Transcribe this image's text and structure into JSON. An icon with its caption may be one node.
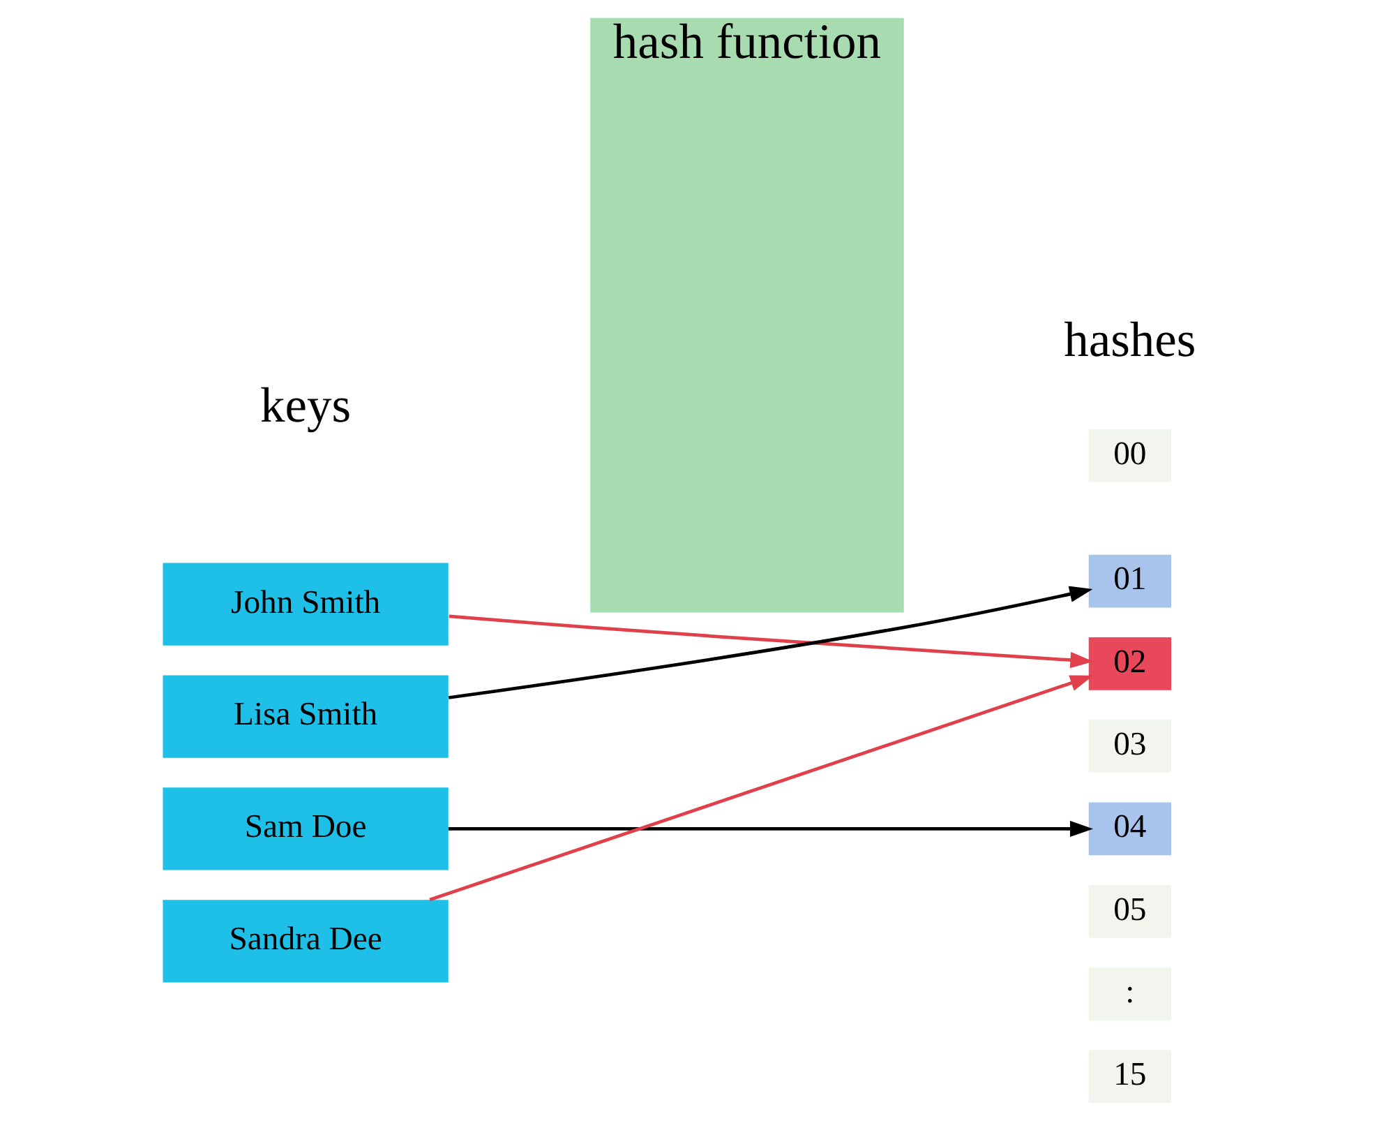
{
  "diagram": {
    "nodes": [
      {
        "text": [
          "John Smith"
        ]
      },
      {
        "text": [
          "Lisa Smith"
        ]
      },
      {
        "text": [
          "Sam Doe"
        ]
      },
      {
        "text": [
          "Sandra Dee"
        ]
      },
      {
        "text": [
          "hash function"
        ]
      },
      {
        "text": [
          "00"
        ]
      },
      {
        "text": [
          "01"
        ]
      },
      {
        "text": [
          "02"
        ]
      },
      {
        "text": [
          "03"
        ]
      },
      {
        "text": [
          "04"
        ]
      },
      {
        "text": [
          "05"
        ]
      },
      {
        "text": [
          ":"
        ]
      },
      {
        "text": [
          "15"
        ]
      }
    ],
    "edges": [
      {
        "from": 0,
        "to": 7,
        "arrow": "to",
        "color": "#e0404a"
      },
      {
        "from": 1,
        "to": 6,
        "arrow": "to",
        "color": "#000000"
      },
      {
        "from": 2,
        "to": 9,
        "arrow": "to",
        "color": "#000000"
      },
      {
        "from": 3,
        "to": 7,
        "arrow": "to",
        "color": "#e0404a"
      }
    ],
    "labels": [
      "keys",
      "hashes"
    ]
  }
}
